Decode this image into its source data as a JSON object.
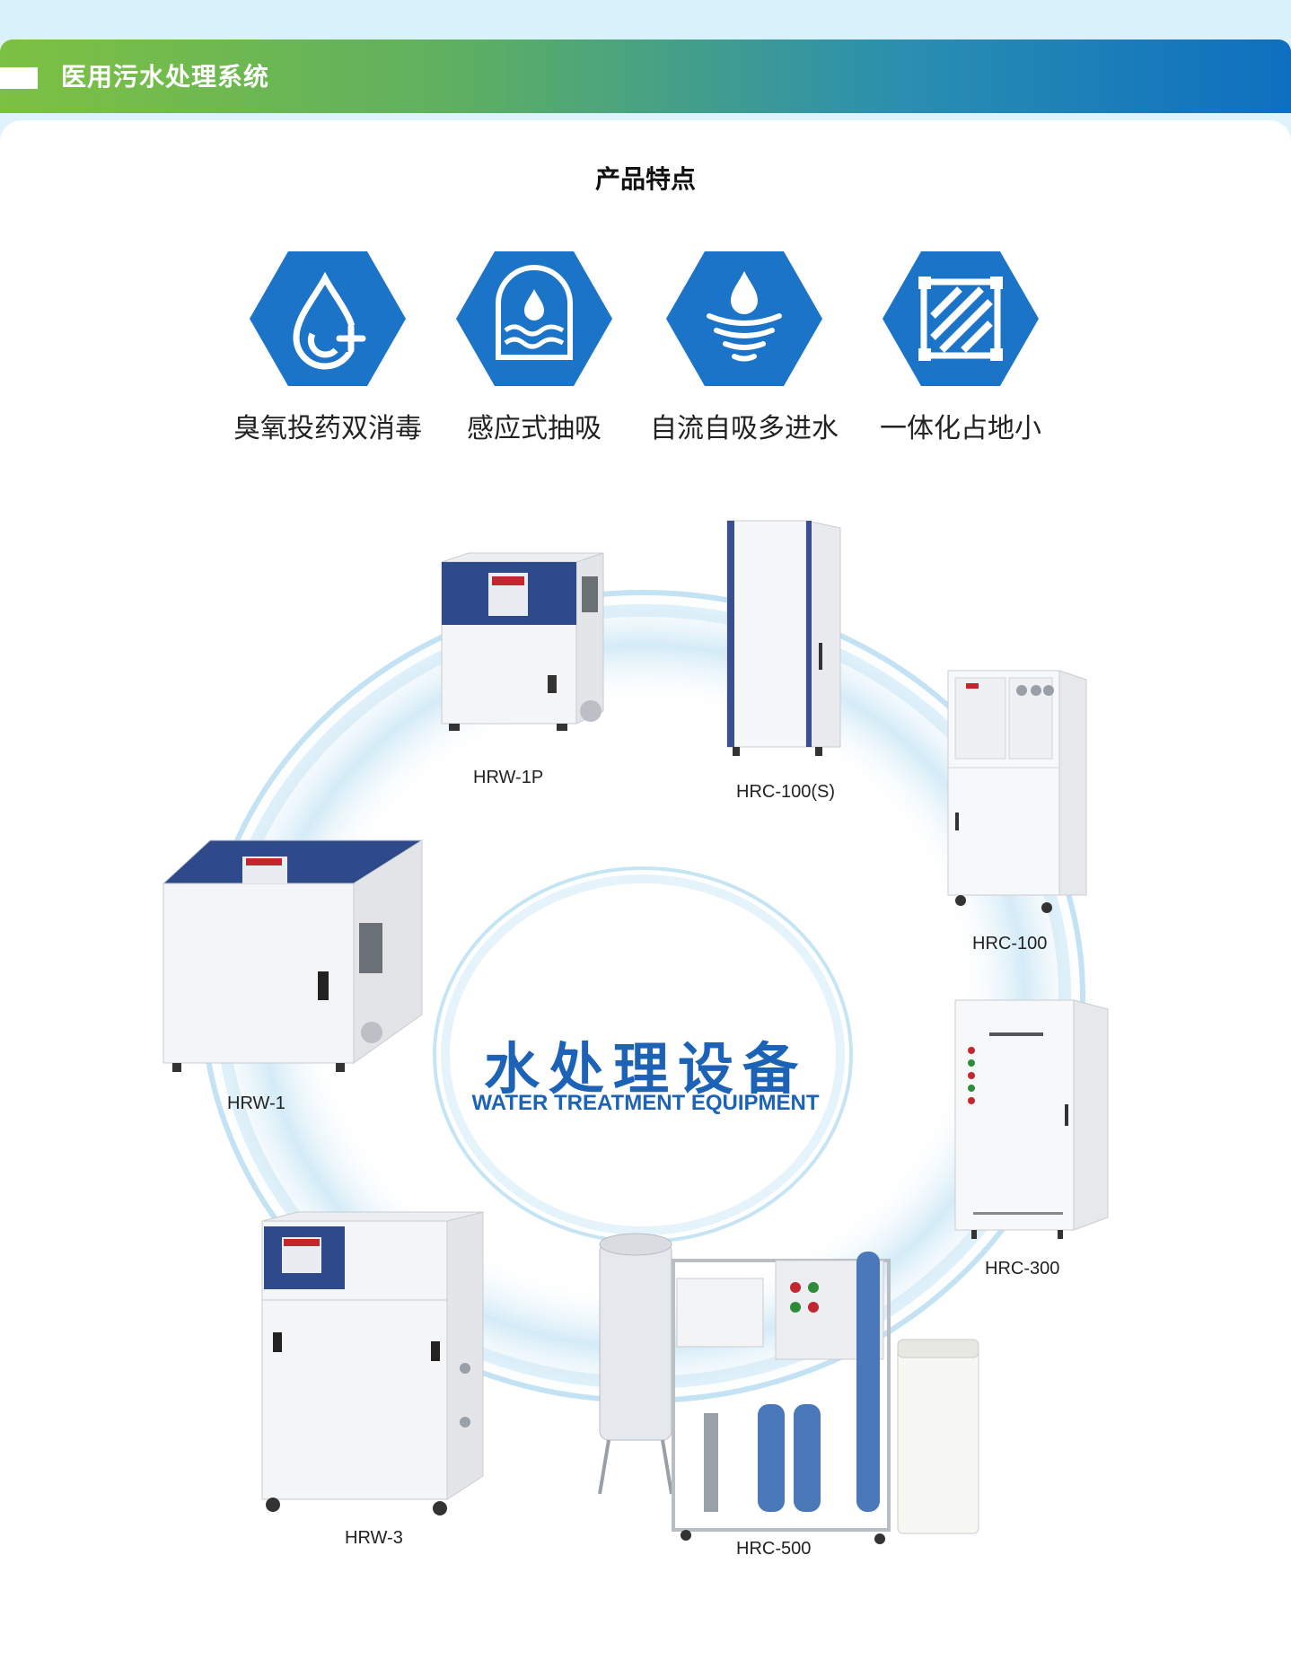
{
  "header": {
    "title": "医用污水处理系统"
  },
  "section": {
    "title": "产品特点"
  },
  "features": [
    {
      "icon": "water-drop-plus-icon",
      "label": "臭氧投药双消毒"
    },
    {
      "icon": "water-tank-icon",
      "label": "感应式抽吸"
    },
    {
      "icon": "drop-ripple-icon",
      "label": "自流自吸多进水"
    },
    {
      "icon": "integrated-frame-icon",
      "label": "一体化占地小"
    }
  ],
  "center": {
    "title_cn": "水处理设备",
    "title_en": "WATER TREATMENT EQUIPMENT"
  },
  "products": [
    {
      "label": "HRW-1P"
    },
    {
      "label": "HRC-100(S)"
    },
    {
      "label": "HRC-100"
    },
    {
      "label": "HRW-1"
    },
    {
      "label": "HRC-300"
    },
    {
      "label": "HRW-3"
    },
    {
      "label": "HRC-500"
    }
  ],
  "colors": {
    "accent_blue": "#1c74c8",
    "banner_green": "#7dc142",
    "banner_blue": "#0e6fc0",
    "brand_text": "#1c63b7"
  }
}
